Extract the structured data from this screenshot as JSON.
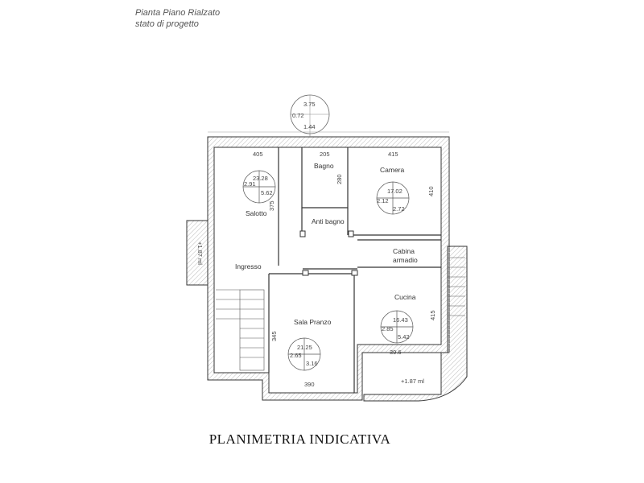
{
  "header": {
    "line1": "Pianta Piano Rialzato",
    "line2": "stato di progetto"
  },
  "window_symbol": {
    "top": "3.75",
    "left": "0.72",
    "bottom": "1.44"
  },
  "rooms": {
    "bagno": "Bagno",
    "camera": "Camera",
    "salotto": "Salotto",
    "anti_bagno": "Anti bagno",
    "cabina_1": "Cabina",
    "cabina_2": "armadio",
    "ingresso": "Ingresso",
    "cucina": "Cucina",
    "sala_pranzo": "Sala Pranzo"
  },
  "room_data": {
    "salotto": {
      "top": "23.28",
      "left": "2.91",
      "right": "5.62"
    },
    "camera": {
      "top": "17.02",
      "left": "2.12",
      "right": "2.72"
    },
    "cucina": {
      "top": "16.43",
      "left": "2.85",
      "right": "5.42"
    },
    "sala_pranzo": {
      "top": "21.25",
      "left": "2.65",
      "right": "3.16"
    }
  },
  "dimensions": {
    "d405": "405",
    "d205": "205",
    "d415_top": "415",
    "d280": "280",
    "d410": "410",
    "d375": "375",
    "d415_right": "415",
    "d345": "345",
    "d396": "39.6",
    "d390": "390"
  },
  "levels": {
    "left": "+1.87 ml",
    "right": "+1.87 ml"
  },
  "footer": "PLANIMETRIA INDICATIVA"
}
